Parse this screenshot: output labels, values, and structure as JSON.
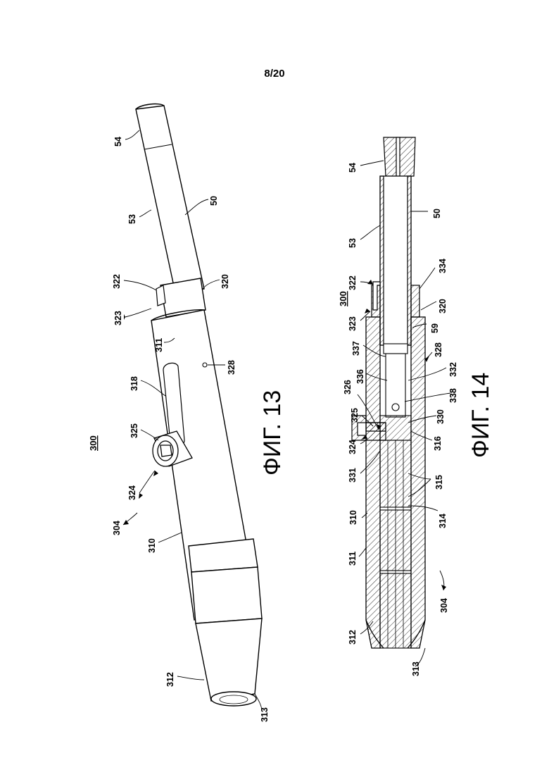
{
  "page": {
    "number": "8/20"
  },
  "figure13": {
    "caption": "ФИГ. 13",
    "reference": "300",
    "labels": {
      "l54": "54",
      "l53": "53",
      "l50": "50",
      "l322": "322",
      "l320": "320",
      "l323": "323",
      "l311": "311",
      "l328": "328",
      "l318": "318",
      "l325": "325",
      "l324": "324",
      "l304": "304",
      "l310": "310",
      "l312": "312",
      "l313": "313"
    }
  },
  "figure14": {
    "caption": "ФИГ. 14",
    "reference": "300",
    "labels": {
      "l54": "54",
      "l53": "53",
      "l50": "50",
      "l322": "322",
      "l334": "334",
      "l323": "323",
      "l320": "320",
      "l59": "59",
      "l337": "337",
      "l328": "328",
      "l336": "336",
      "l332": "332",
      "l326": "326",
      "l338": "338",
      "l325": "325",
      "l330": "330",
      "l324": "324",
      "l316": "316",
      "l331": "331",
      "l315": "315",
      "l310": "310",
      "l314": "314",
      "l311": "311",
      "l304": "304",
      "l312": "312",
      "l313": "313"
    }
  }
}
